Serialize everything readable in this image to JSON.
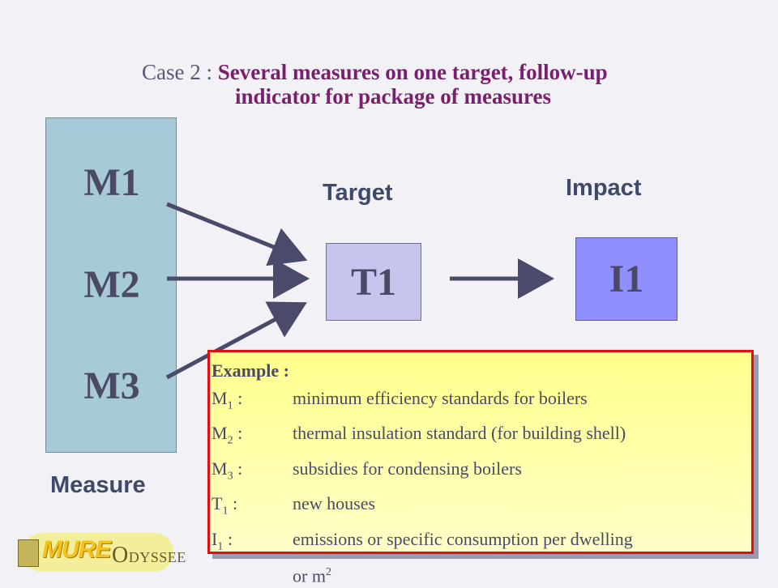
{
  "title": {
    "prefix": "Case 2 : ",
    "line1": "Several measures on one target, follow-up",
    "line2": "indicator for package of measures"
  },
  "measures": {
    "items": [
      "M1",
      "M2",
      "M3"
    ],
    "label": "Measure"
  },
  "target": {
    "label": "Target",
    "box": "T1"
  },
  "impact": {
    "label": "Impact",
    "box": "I1"
  },
  "example": {
    "heading": "Example :",
    "rows": [
      {
        "key": "M",
        "sub": "1",
        "sep": " :",
        "value": "minimum efficiency standards for boilers"
      },
      {
        "key": "M",
        "sub": "2",
        "sep": " :",
        "value": "thermal insulation standard (for building shell)"
      },
      {
        "key": "M",
        "sub": "3",
        "sep": " :",
        "value": "subsidies for condensing boilers"
      },
      {
        "key": "T",
        "sub": "1",
        "sep": " :",
        "value": "new houses"
      },
      {
        "key": "I",
        "sub": "1",
        "sep": " :",
        "value": "emissions or specific consumption per dwelling"
      }
    ],
    "continuation": "or m",
    "continuation_sup": "2"
  },
  "logo": {
    "murel": "MURE",
    "odyssee_first": "O",
    "odyssee_rest": "DYSSEE"
  },
  "colors": {
    "measure_box": "#a6cad8",
    "target_box": "#c5c5ed",
    "impact_box": "#8f8fff",
    "example_border": "#e01010",
    "example_fill": "#ffff99",
    "arrow": "#4a4a6a",
    "title_emphasis": "#7a1f6e"
  }
}
